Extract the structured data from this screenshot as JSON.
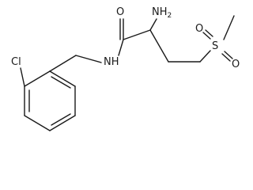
{
  "atoms": {
    "carbonyl_oxygen": "O",
    "amine": "NH",
    "amine_h_count": "2",
    "amide_nitrogen": "NH",
    "sulfur": "S",
    "sulfonyl_oxygen_upper": "O",
    "sulfonyl_oxygen_lower": "O",
    "chlorine": "Cl"
  }
}
